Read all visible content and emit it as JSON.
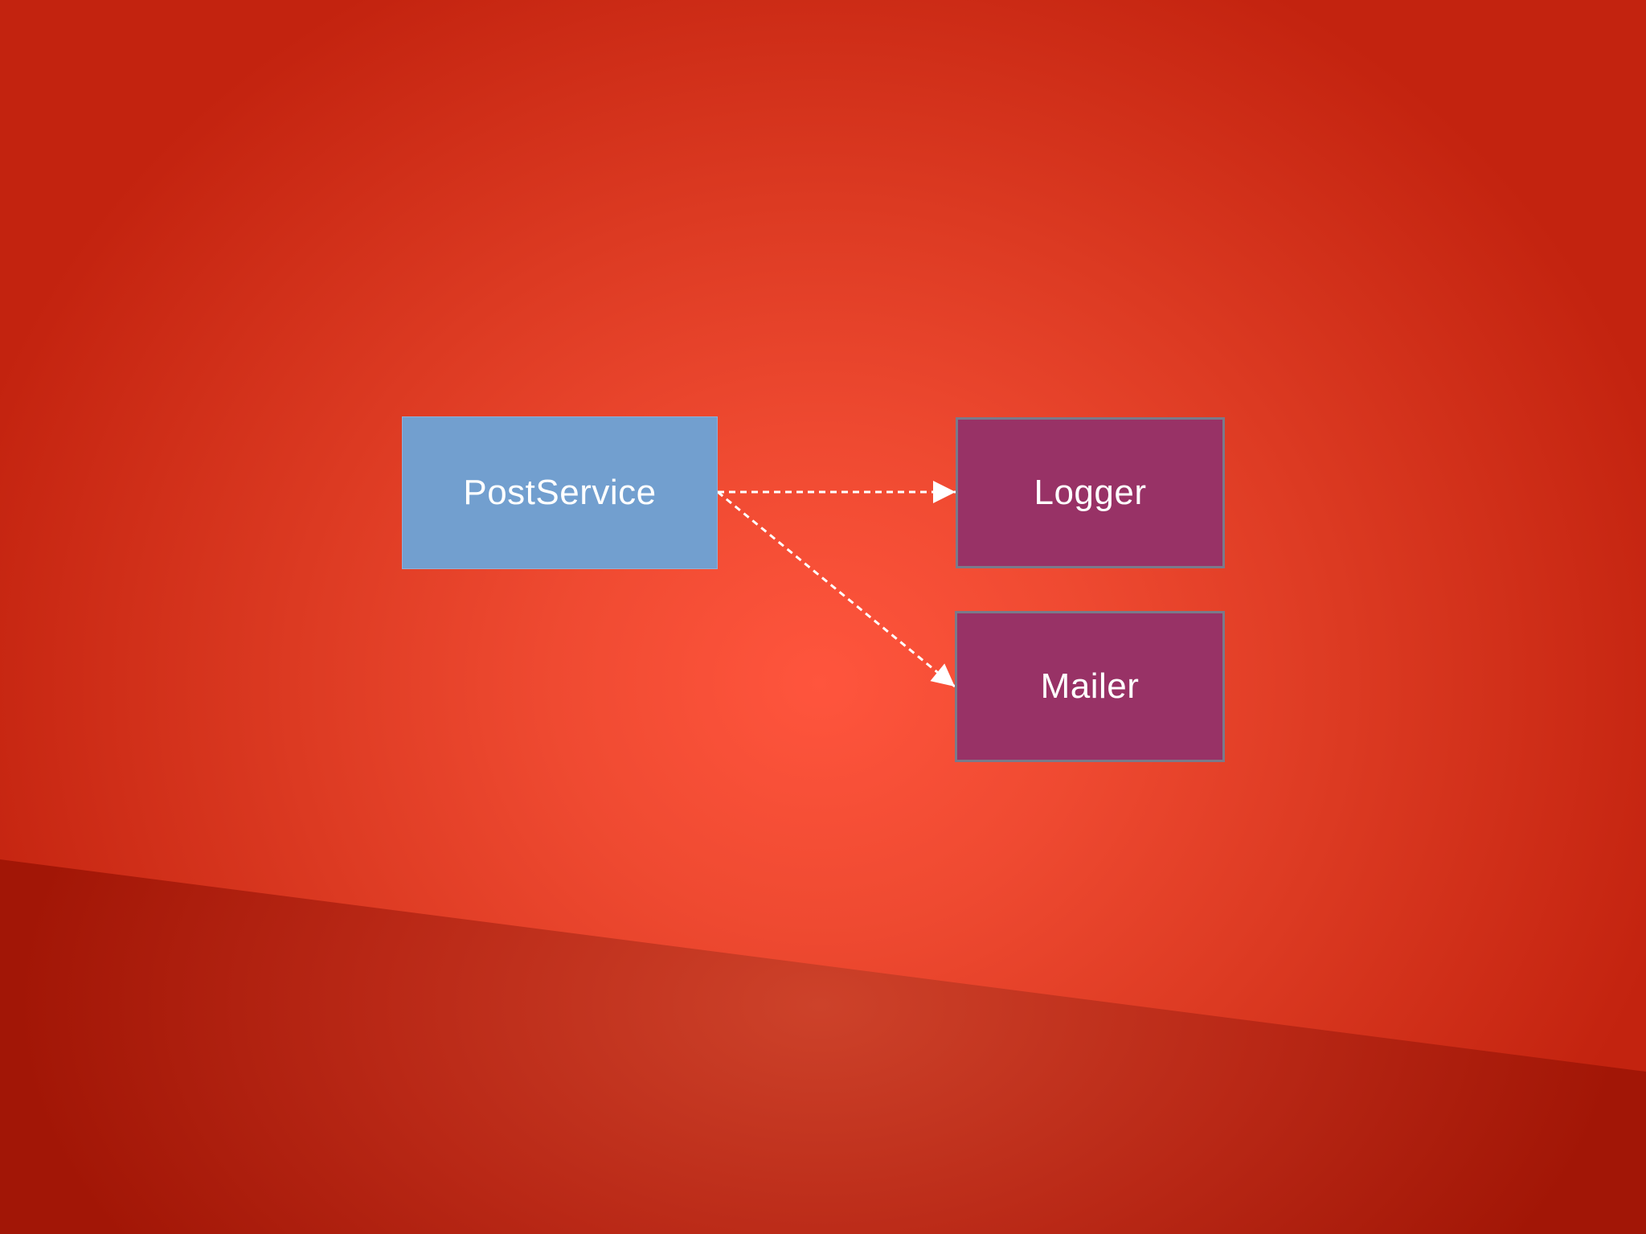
{
  "diagram": {
    "nodes": [
      {
        "id": "postservice",
        "label": "PostService",
        "color": "#729fcf"
      },
      {
        "id": "logger",
        "label": "Logger",
        "color": "#983266"
      },
      {
        "id": "mailer",
        "label": "Mailer",
        "color": "#983266"
      }
    ],
    "edges": [
      {
        "from": "postservice",
        "to": "logger",
        "style": "dashed"
      },
      {
        "from": "postservice",
        "to": "mailer",
        "style": "dashed"
      }
    ],
    "edge_color": "#ffffff"
  }
}
